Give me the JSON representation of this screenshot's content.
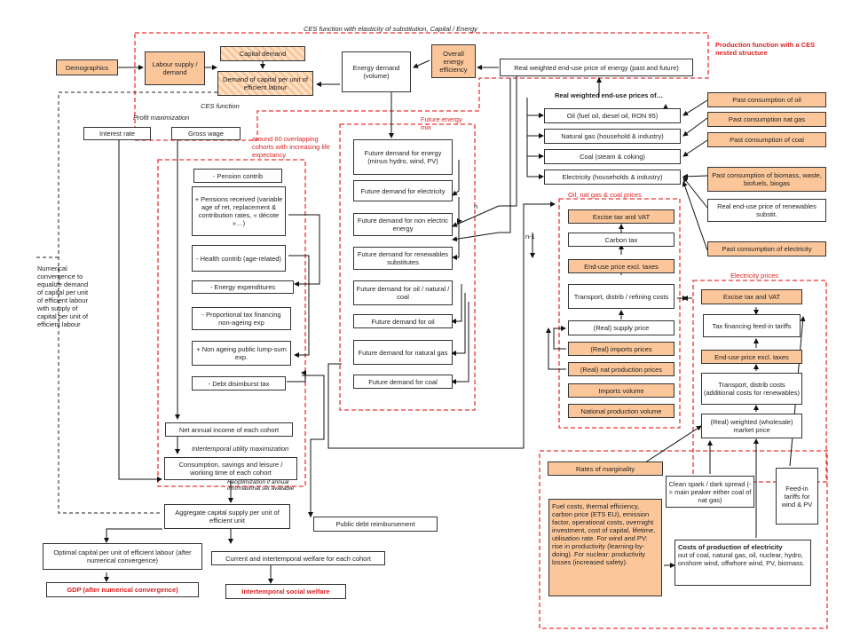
{
  "region_labels": {
    "ces_top": "CES function with elasticity  of substitution, Capital / Energy",
    "production_function": "Production function with a CES nested structure",
    "ces_function": "CES function",
    "profit_max": "Profit maximization",
    "cohorts": "around 60 overlapping cohorts with increasing life expectancy",
    "future_energy_mix": "Future energy mix",
    "oil_gas_coal_prices": "Oil, nat gas & coal prices",
    "electricity_prices": "Electricity prices",
    "intertemporal_utility": "Intertemporal  utility  maximization",
    "numerical_convergence": "Numerical convergence to equalize demand of capital per unit of efficient labour with supply of capital per unit of efficient labour",
    "reoptimization": "Reoptimization if annual informational set available",
    "n": "n",
    "n_minus_1": "n-1"
  },
  "boxes": {
    "demographics": "Demographics",
    "labour": "Labour supply / demand",
    "capital_demand": "Capital demand",
    "demand_capital_unit": "Demand of capital per unit of efficient labour",
    "energy_demand": "Energy demand (volume)",
    "overall_efficiency": "Overall energy efficiency",
    "real_weighted_price": "Real weighted end-use  price of energy (past and future)",
    "interest_rate": "Interest rate",
    "gross_wage": "Gross wage",
    "real_weighted_prices_of": "Real weighted end-use prices of…",
    "oil_fuel": "Oil (fuel oil, diesel oil, RON 95)",
    "natural_gas": "Natural gas (household  & industry)",
    "coal": "Coal (steam & coking)",
    "electricity": "Electricity (households  & industry)",
    "past_oil": "Past consumption  of oil",
    "past_gas": "Past consumption  nat gas",
    "past_coal": "Past consumption  of coal",
    "past_biomass": "Past consumption  of biomass, waste, biofuels, biogas",
    "renewables_price": "Real end-use price of renewables substit.",
    "past_electricity": "Past consumption of electricity",
    "pension_contrib": "- Pension contrib",
    "pensions_received": "+ Pensions received (variable age of ret, replacement  & contribution  rates, « décote »…)",
    "health_contrib": "- Health contrib (age-related)",
    "energy_expenditures": "- Energy expenditures",
    "proportional_tax": "- Proportional tax financing non-ageing  exp",
    "non_ageing": "+ Non ageing public lump-sum exp.",
    "debt_disbursment": "- Debt disimburst tax",
    "net_income": "Net annual income of each cohort",
    "consumption": "Consumption, savings and leisure / working time of each cohort",
    "aggregate_capital": "Aggregate capital supply per unit of efficient unit",
    "public_debt": "Public debt reimbursement",
    "optimal_capital": "Optimal capital per unit of efficient labour (after numerical convergence)",
    "welfare": "Current and intertemporal  welfare for each cohort",
    "gdp": "GDP (after numerical convergence)",
    "social_welfare": "Intertemporal social welfare",
    "fd_minus_hydro": "Future demand for energy (minus hydro, wind, PV)",
    "fd_electricity": "Future demand for electricity",
    "fd_non_electric": "Future demand for non electric energy",
    "fd_renewables": "Future demand for renewables substitutes",
    "fd_oil_gas_coal": "Future demand for oil / natural / coal",
    "fd_oil": "Future demand for oil",
    "fd_gas": "Future demand for natural gas",
    "fd_coal": "Future demand for coal",
    "excise_vat_1": "Excise tax and VAT",
    "carbon_tax": "Carbon tax",
    "end_use_excl_1": "End-use price excl. taxes",
    "transport_refining": "Transport, distrib / refining costs",
    "real_supply": "(Real) supply price",
    "real_imports_prices": "(Real) imports prices",
    "real_nat_prod_prices": "(Real) nat production  prices",
    "imports_volume": "Imports volume",
    "nat_prod_volume": "National production  volume",
    "excise_vat_2": "Excise tax and VAT",
    "tax_feed_in": "Tax financing  feed-in tariffs",
    "end_use_excl_2": "End-use price excl. taxes",
    "transport_distrib": "Transport, distrib costs (additional costs for renewables)",
    "wholesale": "(Real) weighted (wholesale)  market price",
    "rates_marginality": "Rates of marginality",
    "clean_spark": "Clean spark / dark spread (-> main peaker either coal of nat gas)",
    "feed_in": "Feed-in tariffs for wind & PV",
    "fuel_costs": "Fuel costs, thermal efficiency, carbon price (ETS EU), emission factor, operational costs, overnight investment, cost of capital, lifetime, utilisation rate. For wind and PV: rise in productivity (learning-by-doing). For nuclear: productivity losses (increased safety).",
    "costs_production_title": "Costs of production of electricity",
    "costs_production_body": "out of coal, natural gas, oil, nuclear, hydro, onshore wind, offwhore wind, PV, biomass."
  }
}
